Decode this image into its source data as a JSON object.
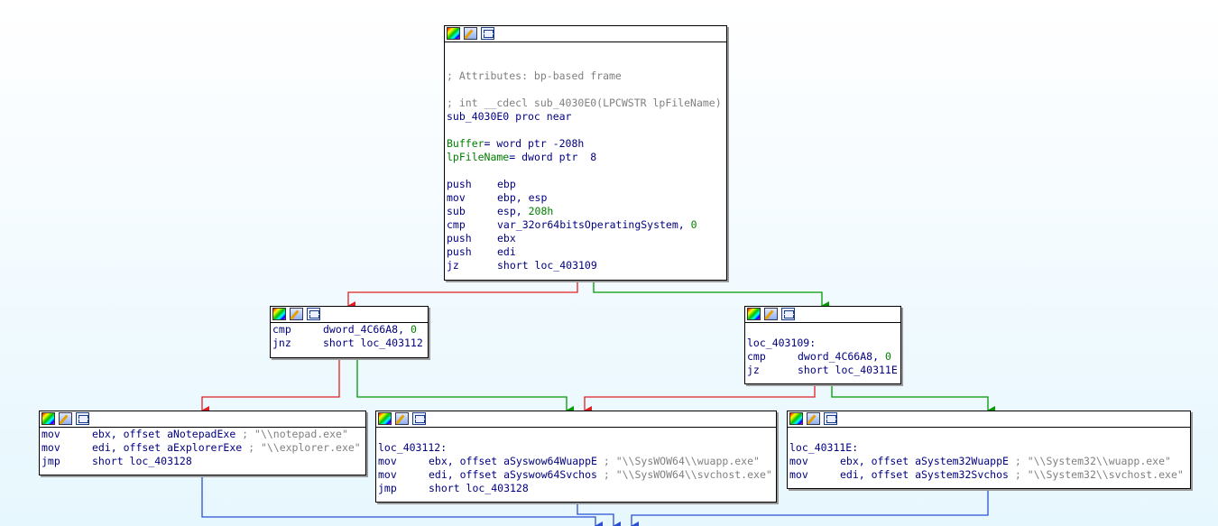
{
  "colors": {
    "edge_true": "#009900",
    "edge_false": "#e02020",
    "edge_jump": "#2a4fd6",
    "instruction": "#000080",
    "comment": "#808080",
    "label": "#008000"
  },
  "titlebar_icons": [
    "color-palette-icon",
    "edit-pencil-icon",
    "graph-view-icon"
  ],
  "nodes": {
    "entry": {
      "attributes_comment": "; Attributes: bp-based frame",
      "signature_comment": "; int __cdecl sub_4030E0(LPCWSTR lpFileName)",
      "proc_decl": "sub_4030E0 proc near",
      "var1_name": "Buffer",
      "var1_def": "= word ptr -208h",
      "var2_name": "lpFileName",
      "var2_def": "= dword ptr  8",
      "instructions": [
        {
          "mn": "push",
          "op": "ebp"
        },
        {
          "mn": "mov",
          "op": "ebp, esp"
        },
        {
          "mn": "sub",
          "op": "esp, ",
          "num": "208h"
        },
        {
          "mn": "cmp",
          "op": "var_32or64bitsOperatingSystem, ",
          "num": "0"
        },
        {
          "mn": "push",
          "op": "ebx"
        },
        {
          "mn": "push",
          "op": "edi"
        },
        {
          "mn": "jz",
          "op": "short loc_403109"
        }
      ]
    },
    "left_check": {
      "instructions": [
        {
          "mn": "cmp",
          "op": "dword_4C66A8, ",
          "num": "0"
        },
        {
          "mn": "jnz",
          "op": "short loc_403112"
        }
      ]
    },
    "right_check": {
      "label": "loc_403109:",
      "instructions": [
        {
          "mn": "cmp",
          "op": "dword_4C66A8, ",
          "num": "0"
        },
        {
          "mn": "jz",
          "op": "short loc_40311E"
        }
      ]
    },
    "notepad": {
      "instructions": [
        {
          "mn": "mov",
          "op": "ebx, offset aNotepadExe",
          "cmt": " ; \"\\\\notepad.exe\""
        },
        {
          "mn": "mov",
          "op": "edi, offset aExplorerExe",
          "cmt": " ; \"\\\\explorer.exe\""
        },
        {
          "mn": "jmp",
          "op": "short loc_403128"
        }
      ]
    },
    "syswow": {
      "label": "loc_403112:",
      "instructions": [
        {
          "mn": "mov",
          "op": "ebx, offset aSyswow64WuappE",
          "cmt": " ; \"\\\\SysWOW64\\\\wuapp.exe\""
        },
        {
          "mn": "mov",
          "op": "edi, offset aSyswow64Svchos",
          "cmt": " ; \"\\\\SysWOW64\\\\svchost.exe\""
        },
        {
          "mn": "jmp",
          "op": "short loc_403128"
        }
      ]
    },
    "system32": {
      "label": "loc_40311E:",
      "instructions": [
        {
          "mn": "mov",
          "op": "ebx, offset aSystem32WuappE",
          "cmt": " ; \"\\\\System32\\\\wuapp.exe\""
        },
        {
          "mn": "mov",
          "op": "edi, offset aSystem32Svchos",
          "cmt": " ; \"\\\\System32\\\\svchost.exe\""
        }
      ]
    }
  }
}
